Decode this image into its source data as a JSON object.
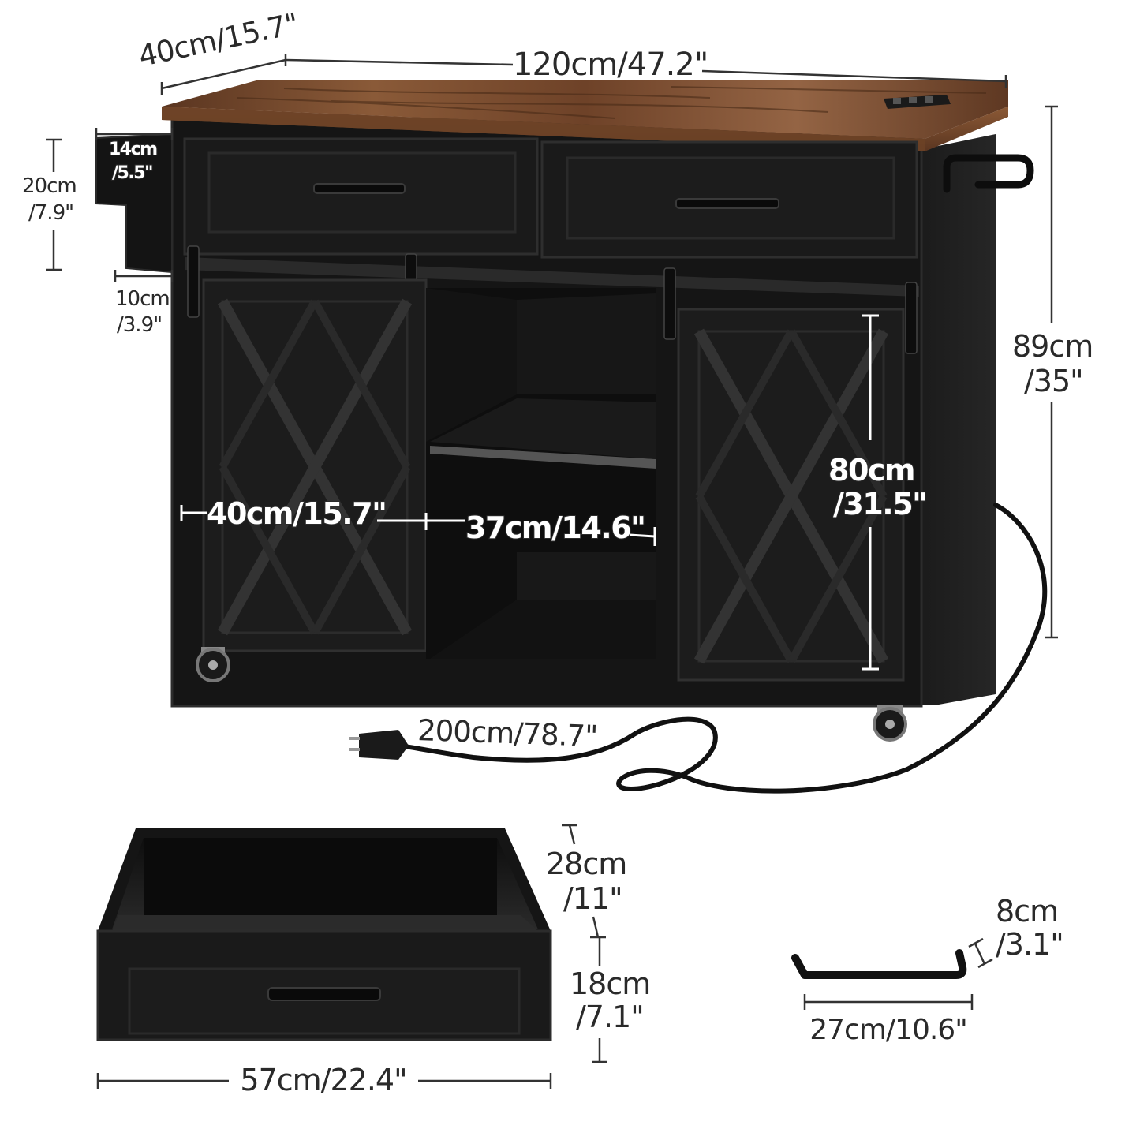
{
  "colors": {
    "cabinet": "#151515",
    "cabinet_panel": "#1c1c1c",
    "cabinet_edge": "#333333",
    "top_wood": "#7a4a2c",
    "top_wood_dark": "#4b2d1c",
    "dimension_line": "#333333",
    "background": "#ffffff"
  },
  "icons": [
    "power-strip-icon",
    "towel-bar-icon",
    "caster-wheel-icon",
    "plug-icon",
    "barn-door-rail-icon"
  ],
  "dimensions": {
    "depth": "40cm/15.7\"",
    "width": "120cm/47.2\"",
    "spice_rack_width": "14cm",
    "spice_rack_width_in": "/5.5\"",
    "spice_rack_height": "20cm",
    "spice_rack_height_in": "/7.9\"",
    "spice_rack_depth": "10cm",
    "spice_rack_depth_in": "/3.9\"",
    "total_height": "89cm",
    "total_height_in": "/35\"",
    "door_height": "80cm",
    "door_height_in": "/31.5\"",
    "door_width": "40cm/15.7\"",
    "shelf_width": "37cm/14.6\"",
    "cord_length": "200cm/78.7\"",
    "drawer_depth": "28cm",
    "drawer_depth_in": "/11\"",
    "drawer_height": "18cm",
    "drawer_height_in": "/7.1\"",
    "drawer_width": "57cm/22.4\"",
    "handle_height": "8cm",
    "handle_height_in": "/3.1\"",
    "handle_width": "27cm/10.6\""
  }
}
